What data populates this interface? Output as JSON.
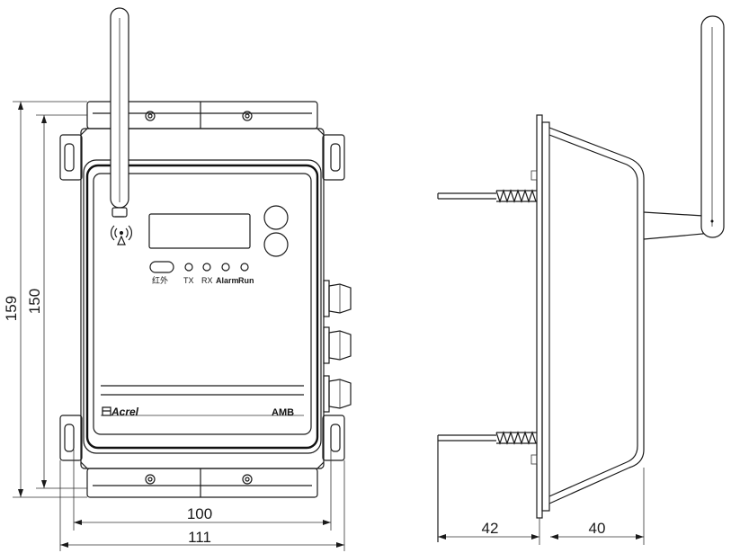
{
  "front_view": {
    "indicator_labels": [
      "红外",
      "TX",
      "RX",
      "Alarm",
      "Run"
    ],
    "brand": "Acrel",
    "model": "AMB"
  },
  "dimensions": {
    "overall_height": "159",
    "body_height": "150",
    "body_width": "100",
    "overall_width": "111",
    "side_depth_mount": "42",
    "side_depth_body": "40"
  }
}
